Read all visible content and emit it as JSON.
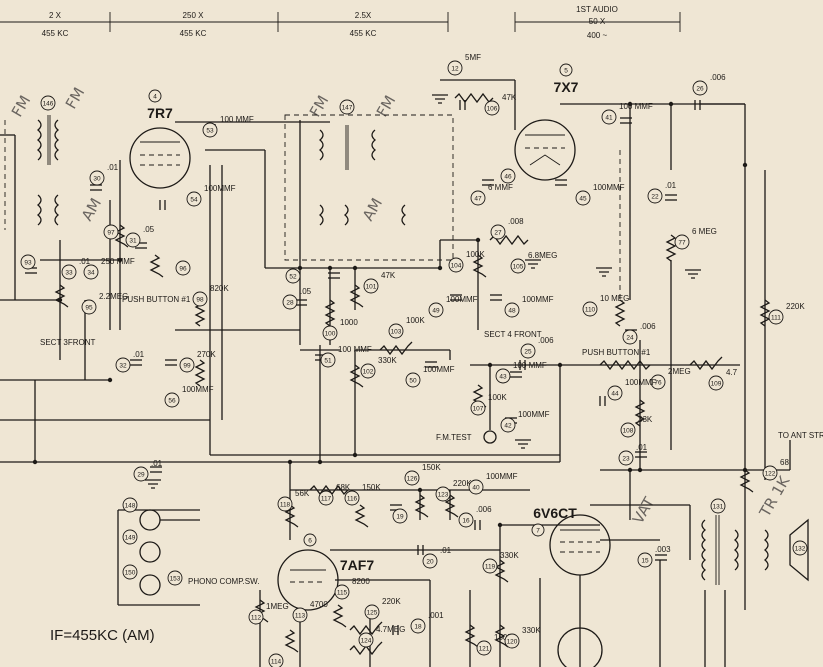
{
  "stages": [
    {
      "gain": "2 X",
      "freq": "455 KC"
    },
    {
      "gain": "250 X",
      "freq": "455 KC"
    },
    {
      "gain": "2.5X",
      "freq": "455 KC"
    },
    {
      "title": "1ST AUDIO",
      "gain": "50 X",
      "freq": "400 ~"
    }
  ],
  "tubes": [
    {
      "num": "4",
      "type": "7R7"
    },
    {
      "num": "5",
      "type": "7X7"
    },
    {
      "num": "7",
      "type": "6V6CT"
    },
    {
      "num": "6",
      "type": "7AF7"
    }
  ],
  "handwritten": [
    "FM",
    "FM",
    "FM",
    "FM",
    "AM",
    "AM",
    "VAT",
    "TR 1K"
  ],
  "if_note": "IF=455KC (AM)",
  "labels": {
    "push_button_1": "PUSH BUTTON #1",
    "sect3_front": "SECT 3FRONT",
    "sect4_front": "SECT 4 FRONT",
    "push_button_2": "PUSH BUTTON #1",
    "fm_test": "F.M.TEST",
    "phono": "PHONO COMP.SW.",
    "ant_strip": "TO ANT STRIP"
  },
  "components": [
    {
      "ref": "12",
      "value": "5MF"
    },
    {
      "ref": "106",
      "value": "47K"
    },
    {
      "ref": "41",
      "value": "100 MMF"
    },
    {
      "ref": "26",
      "value": ".006"
    },
    {
      "ref": "53",
      "value": "100 MMF"
    },
    {
      "ref": "146",
      "value": ""
    },
    {
      "ref": "147",
      "value": ""
    },
    {
      "ref": "54",
      "value": "100MMF"
    },
    {
      "ref": "30",
      "value": ".01"
    },
    {
      "ref": "47",
      "value": "6 MMF"
    },
    {
      "ref": "46",
      "value": ""
    },
    {
      "ref": "45",
      "value": "100MMF"
    },
    {
      "ref": "22",
      "value": ".01"
    },
    {
      "ref": "77",
      "value": "6 MEG"
    },
    {
      "ref": "27",
      "value": ".008"
    },
    {
      "ref": "105",
      "value": "6.8MEG"
    },
    {
      "ref": "104",
      "value": "100K"
    },
    {
      "ref": "49",
      "value": "100MMF"
    },
    {
      "ref": "48",
      "value": "100MMF"
    },
    {
      "ref": "52",
      "value": ""
    },
    {
      "ref": "101",
      "value": "47K"
    },
    {
      "ref": "28",
      "value": ".05"
    },
    {
      "ref": "100",
      "value": "1000"
    },
    {
      "ref": "97",
      "value": ""
    },
    {
      "ref": "31",
      "value": ".05"
    },
    {
      "ref": "96",
      "value": ""
    },
    {
      "ref": "33",
      "value": ".01"
    },
    {
      "ref": "34",
      "value": "250 MMF"
    },
    {
      "ref": "95",
      "value": "2.2MEG"
    },
    {
      "ref": "98",
      "value": "820K"
    },
    {
      "ref": "32",
      "value": ".01"
    },
    {
      "ref": "99",
      "value": "270K"
    },
    {
      "ref": "56",
      "value": "100MMF"
    },
    {
      "ref": "103",
      "value": "100K"
    },
    {
      "ref": "51",
      "value": "100 MMF"
    },
    {
      "ref": "102",
      "value": "330K"
    },
    {
      "ref": "50",
      "value": "100MMF"
    },
    {
      "ref": "43",
      "value": "100 MMF"
    },
    {
      "ref": "107",
      "value": "100K"
    },
    {
      "ref": "42",
      "value": "100MMF"
    },
    {
      "ref": "25",
      "value": ".006"
    },
    {
      "ref": "110",
      "value": "10 MEG"
    },
    {
      "ref": "24",
      "value": ".006"
    },
    {
      "ref": "111",
      "value": "220K"
    },
    {
      "ref": "76",
      "value": "2MEG"
    },
    {
      "ref": "109",
      "value": "4.7"
    },
    {
      "ref": "44",
      "value": "100MMF"
    },
    {
      "ref": "108",
      "value": "33K"
    },
    {
      "ref": "23",
      "value": ".01"
    },
    {
      "ref": "29",
      "value": ".01"
    },
    {
      "ref": "117",
      "value": "68K"
    },
    {
      "ref": "116",
      "value": "150K"
    },
    {
      "ref": "118",
      "value": "56K"
    },
    {
      "ref": "19",
      "value": ""
    },
    {
      "ref": "126",
      "value": "150K"
    },
    {
      "ref": "123",
      "value": "220K"
    },
    {
      "ref": "40",
      "value": "100MMF"
    },
    {
      "ref": "16",
      "value": ".006"
    },
    {
      "ref": "20",
      "value": ".01"
    },
    {
      "ref": "119",
      "value": "330K"
    },
    {
      "ref": "122",
      "value": "68"
    },
    {
      "ref": "131",
      "value": ""
    },
    {
      "ref": "132",
      "value": ""
    },
    {
      "ref": "15",
      "value": ".003"
    },
    {
      "ref": "148",
      "value": ""
    },
    {
      "ref": "149",
      "value": ""
    },
    {
      "ref": "150",
      "value": ""
    },
    {
      "ref": "153",
      "value": ""
    },
    {
      "ref": "112",
      "value": "1MEG"
    },
    {
      "ref": "125",
      "value": "220K"
    },
    {
      "ref": "18",
      "value": ".001"
    },
    {
      "ref": "124",
      "value": "4.7MEG"
    },
    {
      "ref": "121",
      "value": "150K"
    },
    {
      "ref": "120",
      "value": "330K"
    },
    {
      "ref": "114",
      "value": ""
    },
    {
      "ref": "115",
      "value": "8200"
    },
    {
      "ref": "93",
      "value": ""
    },
    {
      "ref": "113",
      "value": "4700"
    }
  ]
}
